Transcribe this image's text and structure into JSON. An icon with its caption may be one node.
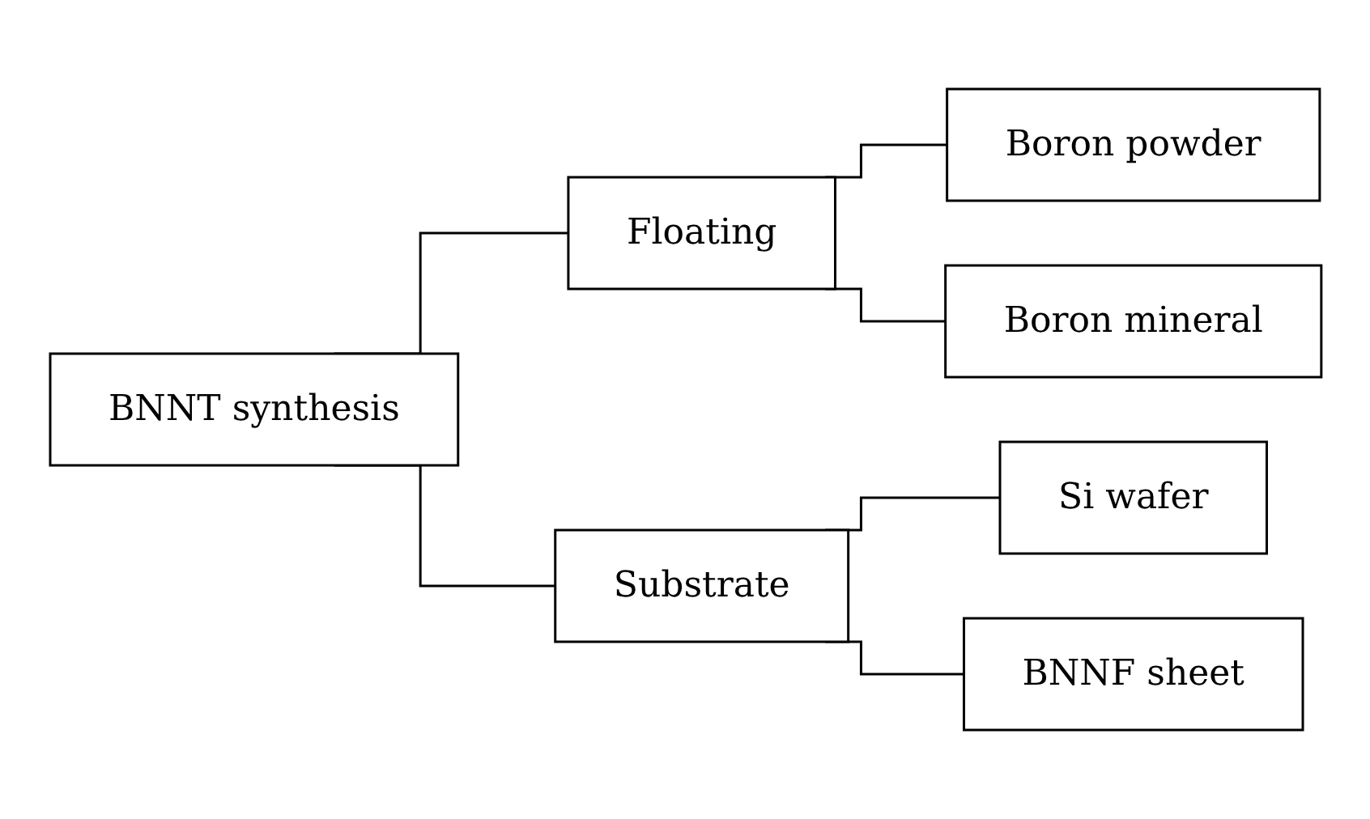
{
  "diagram": {
    "nodes": [
      {
        "text": [
          "BNNT synthesis"
        ]
      },
      {
        "text": [
          "Floating"
        ]
      },
      {
        "text": [
          "Substrate"
        ]
      },
      {
        "text": [
          "Boron powder"
        ]
      },
      {
        "text": [
          "Boron mineral"
        ]
      },
      {
        "text": [
          "Si wafer"
        ]
      },
      {
        "text": [
          "BNNF sheet"
        ]
      }
    ],
    "edges": [
      {
        "from": 0,
        "to": 1,
        "arrow": "none"
      },
      {
        "from": 0,
        "to": 2,
        "arrow": "none"
      },
      {
        "from": 1,
        "to": 3,
        "arrow": "none"
      },
      {
        "from": 1,
        "to": 4,
        "arrow": "none"
      },
      {
        "from": 2,
        "to": 5,
        "arrow": "none"
      },
      {
        "from": 2,
        "to": 6,
        "arrow": "none"
      }
    ]
  }
}
